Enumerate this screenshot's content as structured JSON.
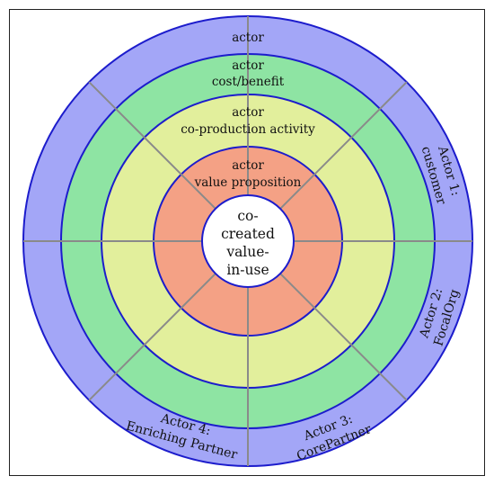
{
  "rings": {
    "outer": {
      "line1": "actor",
      "color": "#a3a6f7"
    },
    "second": {
      "line1": "actor",
      "line2": "cost/benefit",
      "color": "#8ee4a3"
    },
    "third": {
      "line1": "actor",
      "line2": "co-production activity",
      "color": "#e2ef9c"
    },
    "inner": {
      "line1": "actor",
      "line2": "value proposition",
      "color": "#f4a185"
    }
  },
  "center": {
    "lines": [
      "co-",
      "created",
      "value-",
      "in-use"
    ],
    "color": "#ffffff"
  },
  "ring_stroke_color": "#1c1ccc",
  "divider_color": "#8a8a8a",
  "actors": [
    {
      "line1": "Actor 1:",
      "line2": "customer"
    },
    {
      "line1": "Actor 2:",
      "line2": "FocalOrg"
    },
    {
      "line1": "Actor 3:",
      "line2": "CorePartner"
    },
    {
      "line1": "Actor 4:",
      "line2": "Enriching Partner"
    }
  ]
}
